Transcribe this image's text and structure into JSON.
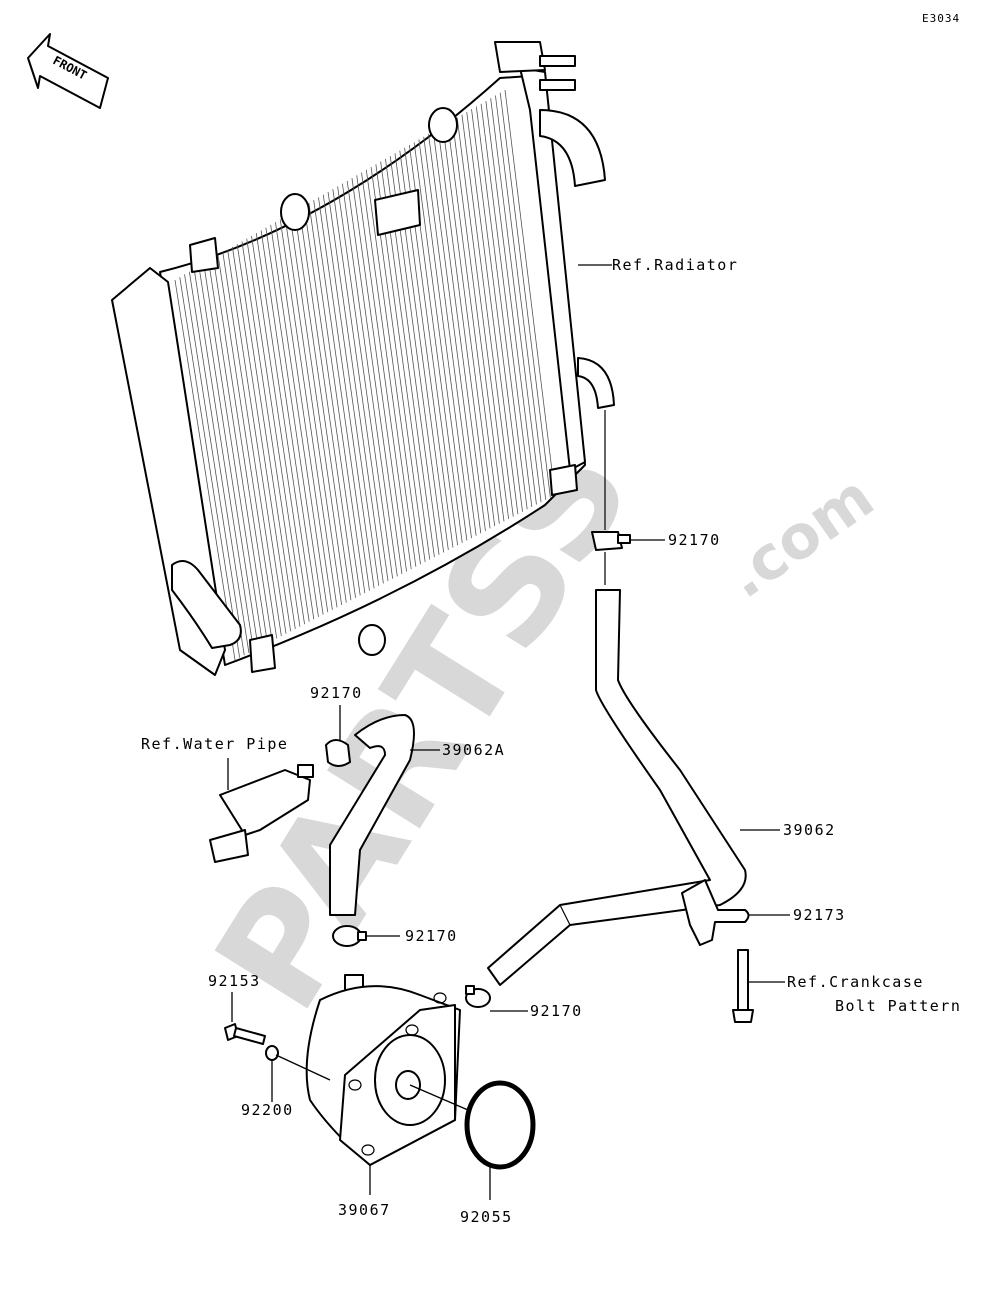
{
  "diagram_code": "E3034",
  "front_label": "FRONT",
  "watermark": {
    "text": "PARTSS",
    "domain": ".com",
    "color": "#d8d8d8"
  },
  "labels": {
    "ref_radiator": "Ref.Radiator",
    "ref_water_pipe": "Ref.Water Pipe",
    "ref_crankcase_line1": "Ref.Crankcase",
    "ref_crankcase_line2": "Bolt Pattern",
    "clamp_upper_right": "92170",
    "clamp_upper_left": "92170",
    "hose_short": "39062A",
    "hose_long": "39062",
    "bracket": "92173",
    "clamp_middle": "92170",
    "bolt": "92153",
    "clamp_lower": "92170",
    "washer": "92200",
    "oil_cooler": "39067",
    "o_ring": "92055"
  }
}
